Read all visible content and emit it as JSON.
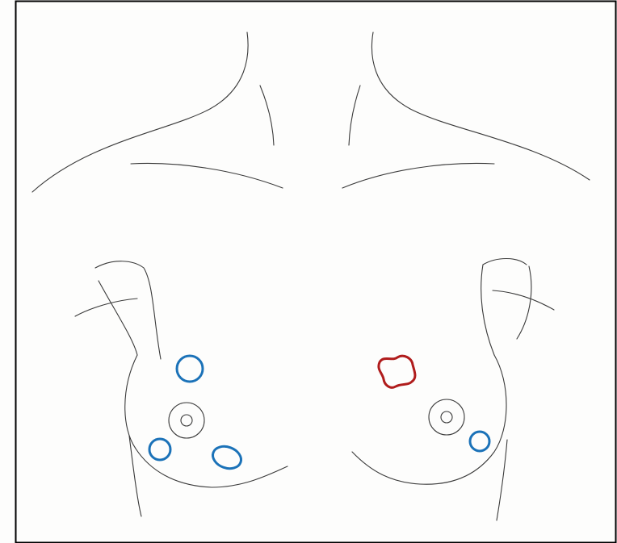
{
  "diagram": {
    "type": "anatomical-chest-outline",
    "colors": {
      "background": "#fdfdfc",
      "frame": "#000000",
      "outline": "#3a3a3a",
      "blue_marker": "#1b72b8",
      "red_marker": "#b01c1c"
    },
    "markers": [
      {
        "name": "lesion-marker-right-upper",
        "shape": "circle",
        "color": "blue",
        "side": "right-breast"
      },
      {
        "name": "lesion-marker-right-lower-inner",
        "shape": "circle",
        "color": "blue",
        "side": "right-breast"
      },
      {
        "name": "lesion-marker-right-lower-oval",
        "shape": "ellipse",
        "color": "blue",
        "side": "right-breast"
      },
      {
        "name": "lesion-marker-left-irregular",
        "shape": "irregular",
        "color": "red",
        "side": "left-breast"
      },
      {
        "name": "lesion-marker-left-lower-outer",
        "shape": "circle",
        "color": "blue",
        "side": "left-breast"
      }
    ]
  }
}
